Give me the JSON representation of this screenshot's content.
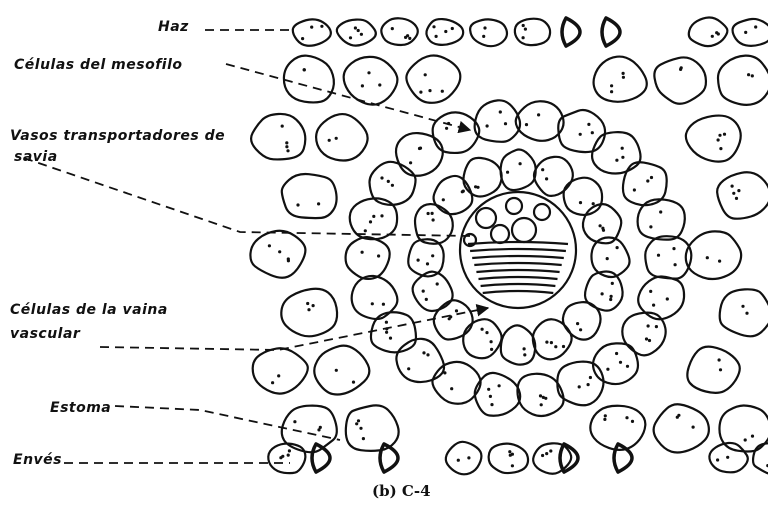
{
  "labels": {
    "haz": "Haz",
    "mesofilo": "Células del mesofilo",
    "vasos_line1": "Vasos transportadores de",
    "vasos_line2": "savia",
    "vaina_line1": "Células de la vaina",
    "vaina_line2": "vascular",
    "estoma": "Estoma",
    "enves": "Envés"
  },
  "caption": "(b) C-4"
}
